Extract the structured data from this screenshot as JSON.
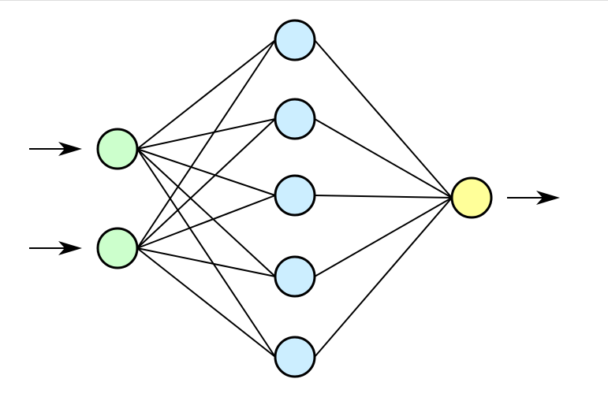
{
  "diagram": {
    "type": "neural-network",
    "layers": [
      {
        "role": "input",
        "count": 2,
        "color": "#ccffcc"
      },
      {
        "role": "hidden",
        "count": 5,
        "color": "#cceeff"
      },
      {
        "role": "output",
        "count": 1,
        "color": "#ffff99"
      }
    ],
    "connectivity": "fully-connected",
    "input_arrows": 2,
    "output_arrows": 1,
    "stroke_color": "#000000"
  }
}
